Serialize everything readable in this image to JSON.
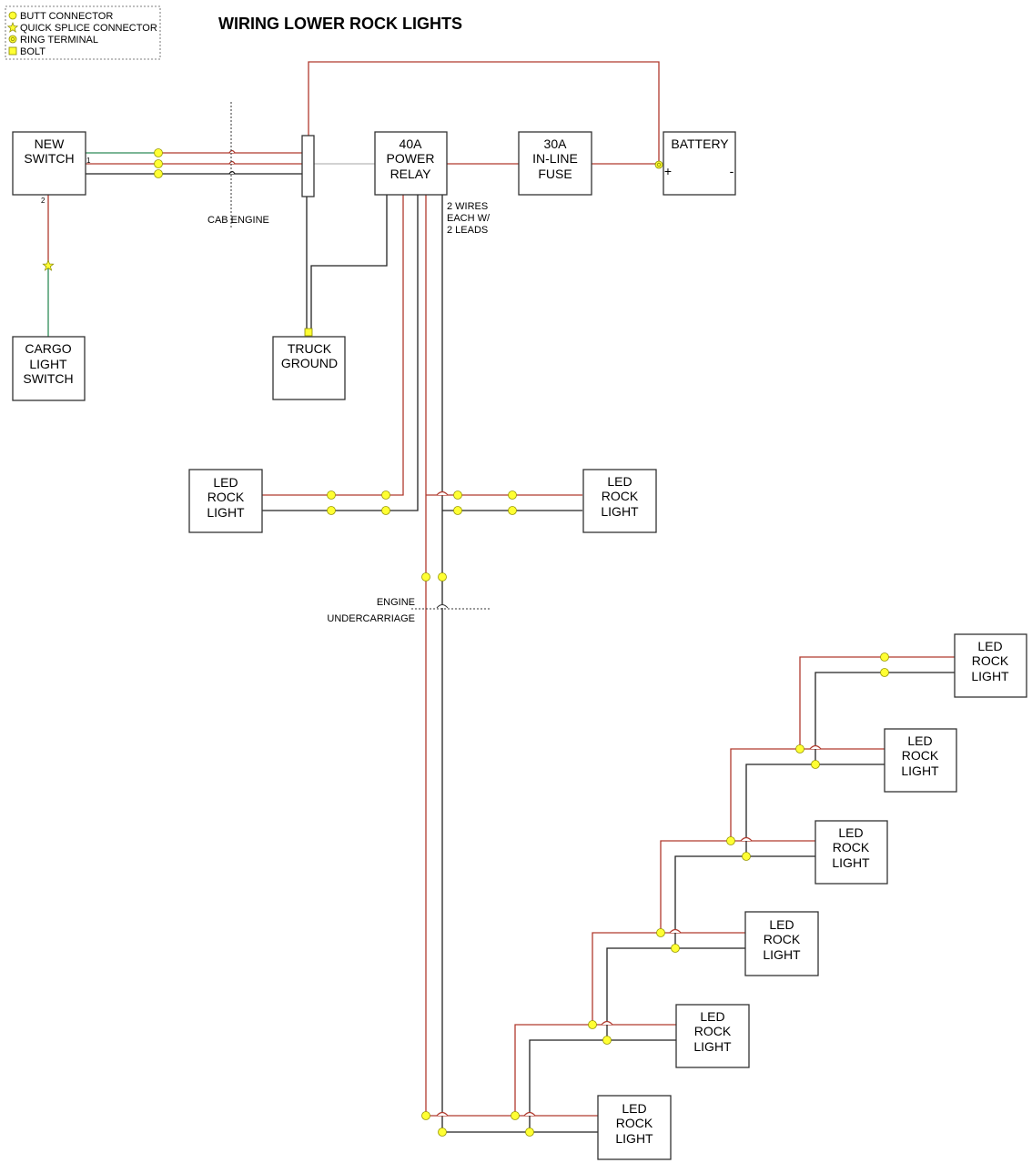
{
  "title": "WIRING LOWER ROCK LIGHTS",
  "legend": {
    "butt_connector": "BUTT CONNECTOR",
    "quick_splice": "QUICK SPLICE CONNECTOR",
    "ring_terminal": "RING TERMINAL",
    "bolt": "BOLT"
  },
  "components": {
    "new_switch": [
      "NEW",
      "SWITCH"
    ],
    "cargo_switch": [
      "CARGO",
      "LIGHT",
      "SWITCH"
    ],
    "truck_ground": [
      "TRUCK",
      "GROUND"
    ],
    "relay": [
      "40A",
      "POWER",
      "RELAY"
    ],
    "fuse": [
      "30A",
      "IN-LINE",
      "FUSE"
    ],
    "battery": "BATTERY",
    "battery_plus": "+",
    "battery_minus": "-",
    "led_light": [
      "LED",
      "ROCK",
      "LIGHT"
    ]
  },
  "labels": {
    "pin1": "1",
    "pin2": "2",
    "cab_engine": "CAB  ENGINE",
    "two_wires": [
      "2 WIRES",
      "EACH W/",
      "2 LEADS"
    ],
    "engine": "ENGINE",
    "undercarriage": "UNDERCARRIAGE"
  },
  "colors": {
    "power_wire": "#b03a2e",
    "ground_wire": "#222222",
    "signal_wire": "#2e8b57",
    "butt_connector": "#ffff33"
  }
}
